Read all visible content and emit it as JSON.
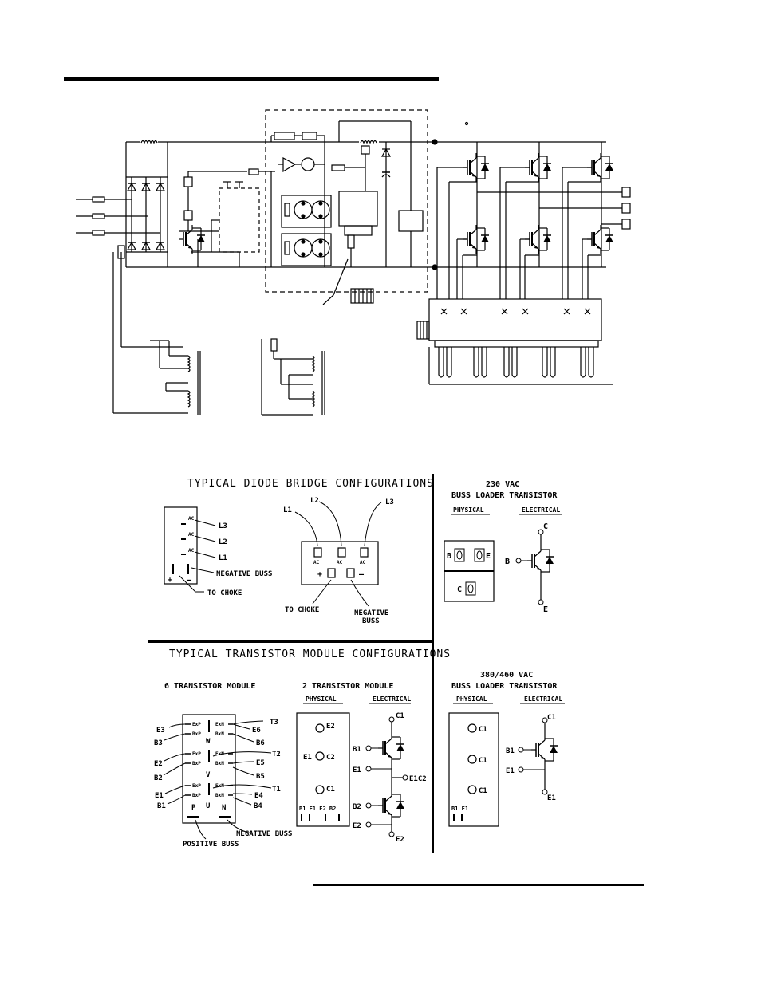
{
  "diode_section": {
    "title": "TYPICAL DIODE BRIDGE CONFIGURATIONS",
    "left": {
      "pins": [
        "AC",
        "AC",
        "AC"
      ],
      "lines": [
        "L3",
        "L2",
        "L1"
      ],
      "neg_label": "NEGATIVE BUSS",
      "choke_label": "TO CHOKE",
      "plus": "+",
      "minus": "–"
    },
    "right": {
      "top": [
        "L1",
        "L2",
        "L3"
      ],
      "pins": [
        "AC",
        "AC",
        "AC"
      ],
      "plus": "+",
      "minus": "–",
      "choke_label": "TO CHOKE",
      "neg1": "NEGATIVE",
      "neg2": "BUSS"
    }
  },
  "loader230": {
    "title1": "230 VAC",
    "title2": "BUSS LOADER TRANSISTOR",
    "physical": "PHYSICAL",
    "electrical": "ELECTRICAL",
    "b": "B",
    "e": "E",
    "c": "C"
  },
  "transistor_section": {
    "title": "TYPICAL TRANSISTOR MODULE CONFIGURATIONS",
    "six": {
      "title": "6 TRANSISTOR MODULE",
      "left_labels": [
        "E3",
        "B3",
        "E2",
        "B2",
        "E1",
        "B1"
      ],
      "right_labels": [
        "T3",
        "E6",
        "B6",
        "T2",
        "E5",
        "B5",
        "T1",
        "E4",
        "B4"
      ],
      "pins_left": [
        "ExP",
        "BxP",
        "ExP",
        "BxP",
        "ExP",
        "BxP"
      ],
      "pins_right": [
        "ExN",
        "BxN",
        "ExN",
        "BxN",
        "ExN",
        "BxN"
      ],
      "mid": [
        "W",
        "V",
        "U"
      ],
      "p": "P",
      "n": "N",
      "pos_label": "POSITIVE BUSS",
      "neg_label": "NEGATIVE BUSS"
    },
    "two": {
      "title": "2 TRANSISTOR MODULE",
      "physical": "PHYSICAL",
      "electrical": "ELECTRICAL",
      "e2": "E2",
      "e1": "E1",
      "c2": "C2",
      "c1": "C1",
      "bottom_pins": "B1 E1  E2  B2",
      "el_c1": "C1",
      "el_b1": "B1",
      "el_e1": "E1",
      "el_e1c2": "E1C2",
      "el_b2": "B2",
      "el_e2": "E2",
      "el_e2b": "E2"
    },
    "loader460": {
      "title1": "380/460 VAC",
      "title2": "BUSS LOADER TRANSISTOR",
      "physical": "PHYSICAL",
      "electrical": "ELECTRICAL",
      "c1a": "C1",
      "c1b": "C1",
      "c1c": "C1",
      "bottom_pins": "B1 E1",
      "el_c1": "C1",
      "el_b1": "B1",
      "el_e1": "E1",
      "el_e1b": "E1"
    }
  }
}
